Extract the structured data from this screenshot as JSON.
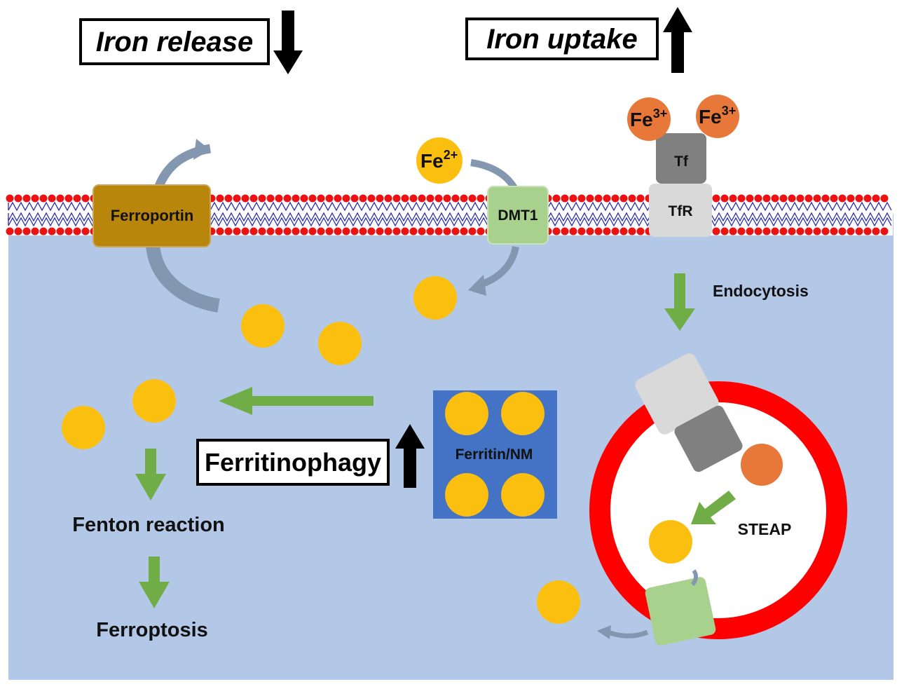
{
  "headings": {
    "iron_release": "Iron release",
    "iron_uptake": "Iron uptake",
    "ferritinophagy": "Ferritinophagy"
  },
  "proteins": {
    "ferroportin": "Ferroportin",
    "dmt1": "DMT1",
    "tf": "Tf",
    "tfr": "TfR",
    "ferritin": "Ferritin/NM"
  },
  "ions": {
    "ferric": {
      "symbol": "Fe",
      "charge": "3+"
    },
    "ferrous": {
      "symbol": "Fe",
      "charge": "2+"
    }
  },
  "labels": {
    "endocytosis": "Endocytosis",
    "steap": "STEAP",
    "fenton": "Fenton reaction",
    "ferroptosis": "Ferroptosis"
  },
  "colors": {
    "cytoplasm": "#b3c7e6",
    "membrane_head": "#ee1111",
    "membrane_tail": "#2b2bb0",
    "iron_ferrous": "#fbbf0f",
    "iron_ferric": "#e8783a",
    "ferroportin": "#b8860b",
    "dmt1": "#a9d18e",
    "tf": "#808080",
    "tfr": "#d9d9d9",
    "ferritin_box": "#4472c4",
    "endosome_ring": "#ff0000",
    "process_arrow": "#70ad47",
    "transport_arrow": "#8497b0"
  }
}
